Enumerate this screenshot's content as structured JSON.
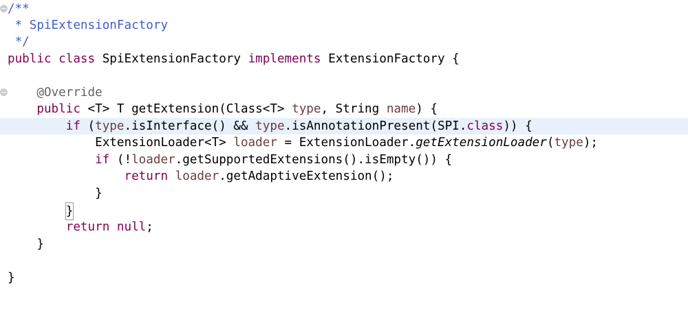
{
  "editor": {
    "lines": [
      {
        "text": "/**",
        "fold": true
      },
      {
        "text": " * SpiExtensionFactory"
      },
      {
        "text": " */"
      },
      {
        "text": "public class SpiExtensionFactory implements ExtensionFactory {"
      },
      {
        "text": ""
      },
      {
        "text": "    @Override",
        "fold": true
      },
      {
        "text": "    public <T> T getExtension(Class<T> type, String name) {"
      },
      {
        "text": "        if (type.isInterface() && type.isAnnotationPresent(SPI.class)) {",
        "current": true
      },
      {
        "text": "            ExtensionLoader<T> loader = ExtensionLoader.getExtensionLoader(type);"
      },
      {
        "text": "            if (!loader.getSupportedExtensions().isEmpty()) {"
      },
      {
        "text": "                return loader.getAdaptiveExtension();"
      },
      {
        "text": "            }"
      },
      {
        "text": "        }"
      },
      {
        "text": "        return null;"
      },
      {
        "text": "    }"
      },
      {
        "text": ""
      },
      {
        "text": "}"
      }
    ],
    "tokens": {
      "l0": "/**",
      "l1": " * SpiExtensionFactory",
      "l2": " */",
      "l3_public": "public",
      "l3_class": "class",
      "l3_name": "SpiExtensionFactory",
      "l3_implements": "implements",
      "l3_rest": "ExtensionFactory {",
      "l5_ann": "@Override",
      "l6_public": "public",
      "l6_rest": "<T> T getExtension(Class<T> ",
      "l6_type": "type",
      "l6_mid": ", String ",
      "l6_name": "name",
      "l6_end": ") {",
      "l7_if": "if",
      "l7_a": " (",
      "l7_type1": "type",
      "l7_b": ".isInterface() && ",
      "l7_type2": "type",
      "l7_c": ".isAnnotationPresent(",
      "l7_spi": "SPI",
      "l7_d": ".",
      "l7_class": "class",
      "l7_e": ")) {",
      "l8_a": "ExtensionLoader<T> ",
      "l8_loader": "loader",
      "l8_b": " = ExtensionLoader.",
      "l8_method": "getExtensionLoader",
      "l8_c": "(",
      "l8_type": "type",
      "l8_d": ");",
      "l9_if": "if",
      "l9_a": " (!",
      "l9_loader": "loader",
      "l9_b": ".getSupportedExtensions().isEmpty()) {",
      "l10_return": "return",
      "l10_sp": " ",
      "l10_loader": "loader",
      "l10_b": ".getAdaptiveExtension();",
      "l11": "}",
      "l12": "}",
      "l13_return": "return",
      "l13_sp": " ",
      "l13_null": "null",
      "l13_end": ";",
      "l14": "}",
      "l16": "}"
    }
  },
  "colors": {
    "comment": "#3f5fbf",
    "keyword": "#7f0055",
    "field": "#0000c0",
    "annotation": "#646464",
    "parameter": "#6a3e3e",
    "current_line": "#e8f0fb"
  }
}
